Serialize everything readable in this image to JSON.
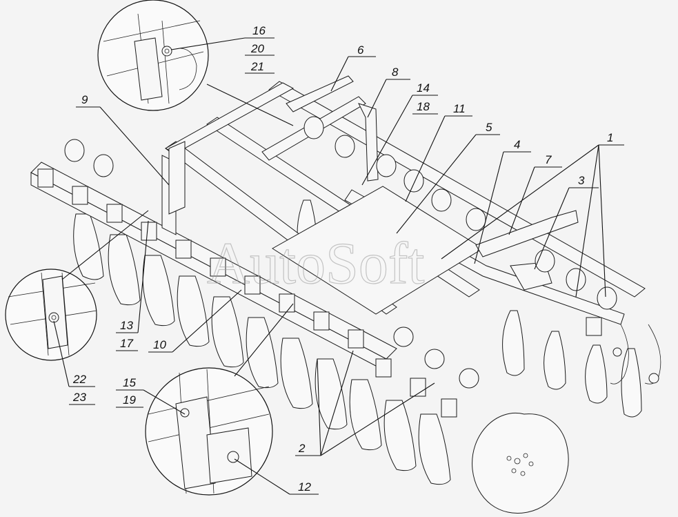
{
  "watermark": "AutoSoft",
  "callouts": {
    "c1": "1",
    "c2": "2",
    "c3": "3",
    "c4": "4",
    "c5": "5",
    "c6": "6",
    "c7": "7",
    "c8": "8",
    "c9": "9",
    "c10": "10",
    "c11": "11",
    "c12": "12",
    "c13": "13",
    "c14": "14",
    "c15": "15",
    "c16": "16",
    "c17": "17",
    "c18": "18",
    "c19": "19",
    "c20": "20",
    "c21": "21",
    "c22": "22",
    "c23": "23"
  }
}
